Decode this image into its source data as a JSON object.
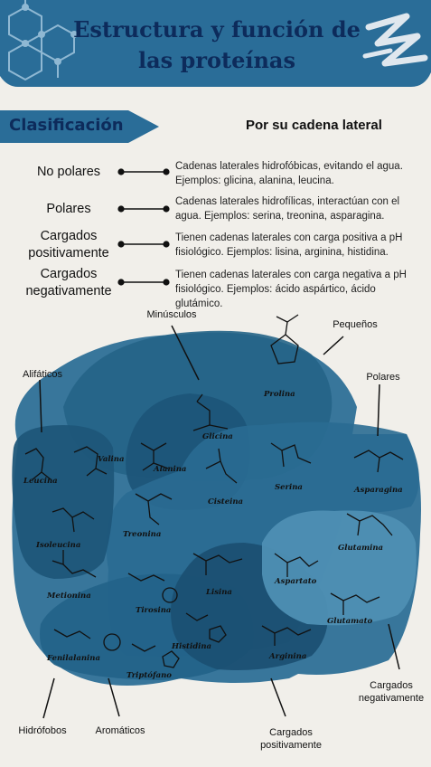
{
  "header": {
    "title_line1": "Estructura y función de",
    "title_line2": "las proteínas"
  },
  "section": {
    "banner": "Clasificación",
    "subtitle": "Por su cadena lateral"
  },
  "categories": [
    {
      "label_line1": "No polares",
      "label_line2": "",
      "description": "Cadenas laterales hidrofóbicas, evitando el agua. Ejemplos: glicina, alanina, leucina."
    },
    {
      "label_line1": "Polares",
      "label_line2": "",
      "description": "Cadenas laterales hidrofílicas, interactúan con el agua. Ejemplos: serina, treonina, asparagina."
    },
    {
      "label_line1": "Cargados",
      "label_line2": "positivamente",
      "description": "Tienen cadenas laterales con carga positiva a pH fisiológico. Ejemplos: lisina, arginina, histidina."
    },
    {
      "label_line1": "Cargados",
      "label_line2": "negativamente",
      "description": "Tienen cadenas laterales con carga negativa a pH fisiológico. Ejemplos: ácido aspártico, ácido glutámico."
    }
  ],
  "diagram": {
    "callouts": {
      "minusculos": "Minúsculos",
      "pequenos": "Pequeños",
      "alifaticos": "Alifáticos",
      "polares": "Polares",
      "hidrofobos": "Hidrófobos",
      "aromaticos": "Aromáticos",
      "cargados_pos_1": "Cargados",
      "cargados_pos_2": "positivamente",
      "cargados_neg_1": "Cargados",
      "cargados_neg_2": "negativamente"
    },
    "amino_acids": {
      "prolina": "Prolina",
      "glicina": "Glicina",
      "alanina": "Alanina",
      "valina": "Valina",
      "leucina": "Leucina",
      "serina": "Serina",
      "cisteina": "Cisteina",
      "asparagina": "Asparagina",
      "isoleucina": "Isoleucina",
      "treonina": "Treonina",
      "glutamina": "Glutamina",
      "metionina": "Metionina",
      "lisina": "Lisina",
      "aspartato": "Aspartato",
      "tirosina": "Tirosina",
      "glutamato": "Glutamato",
      "fenilalanina": "Fenilalanina",
      "histidina": "Histidina",
      "arginina": "Arginina",
      "triptofano": "Triptófano"
    }
  },
  "colors": {
    "header": "#2a6d98",
    "title": "#0d2b5b",
    "banner": "#2a6d98",
    "blob_dark": "#1f5e84",
    "blob_light": "#4e8fb3"
  }
}
